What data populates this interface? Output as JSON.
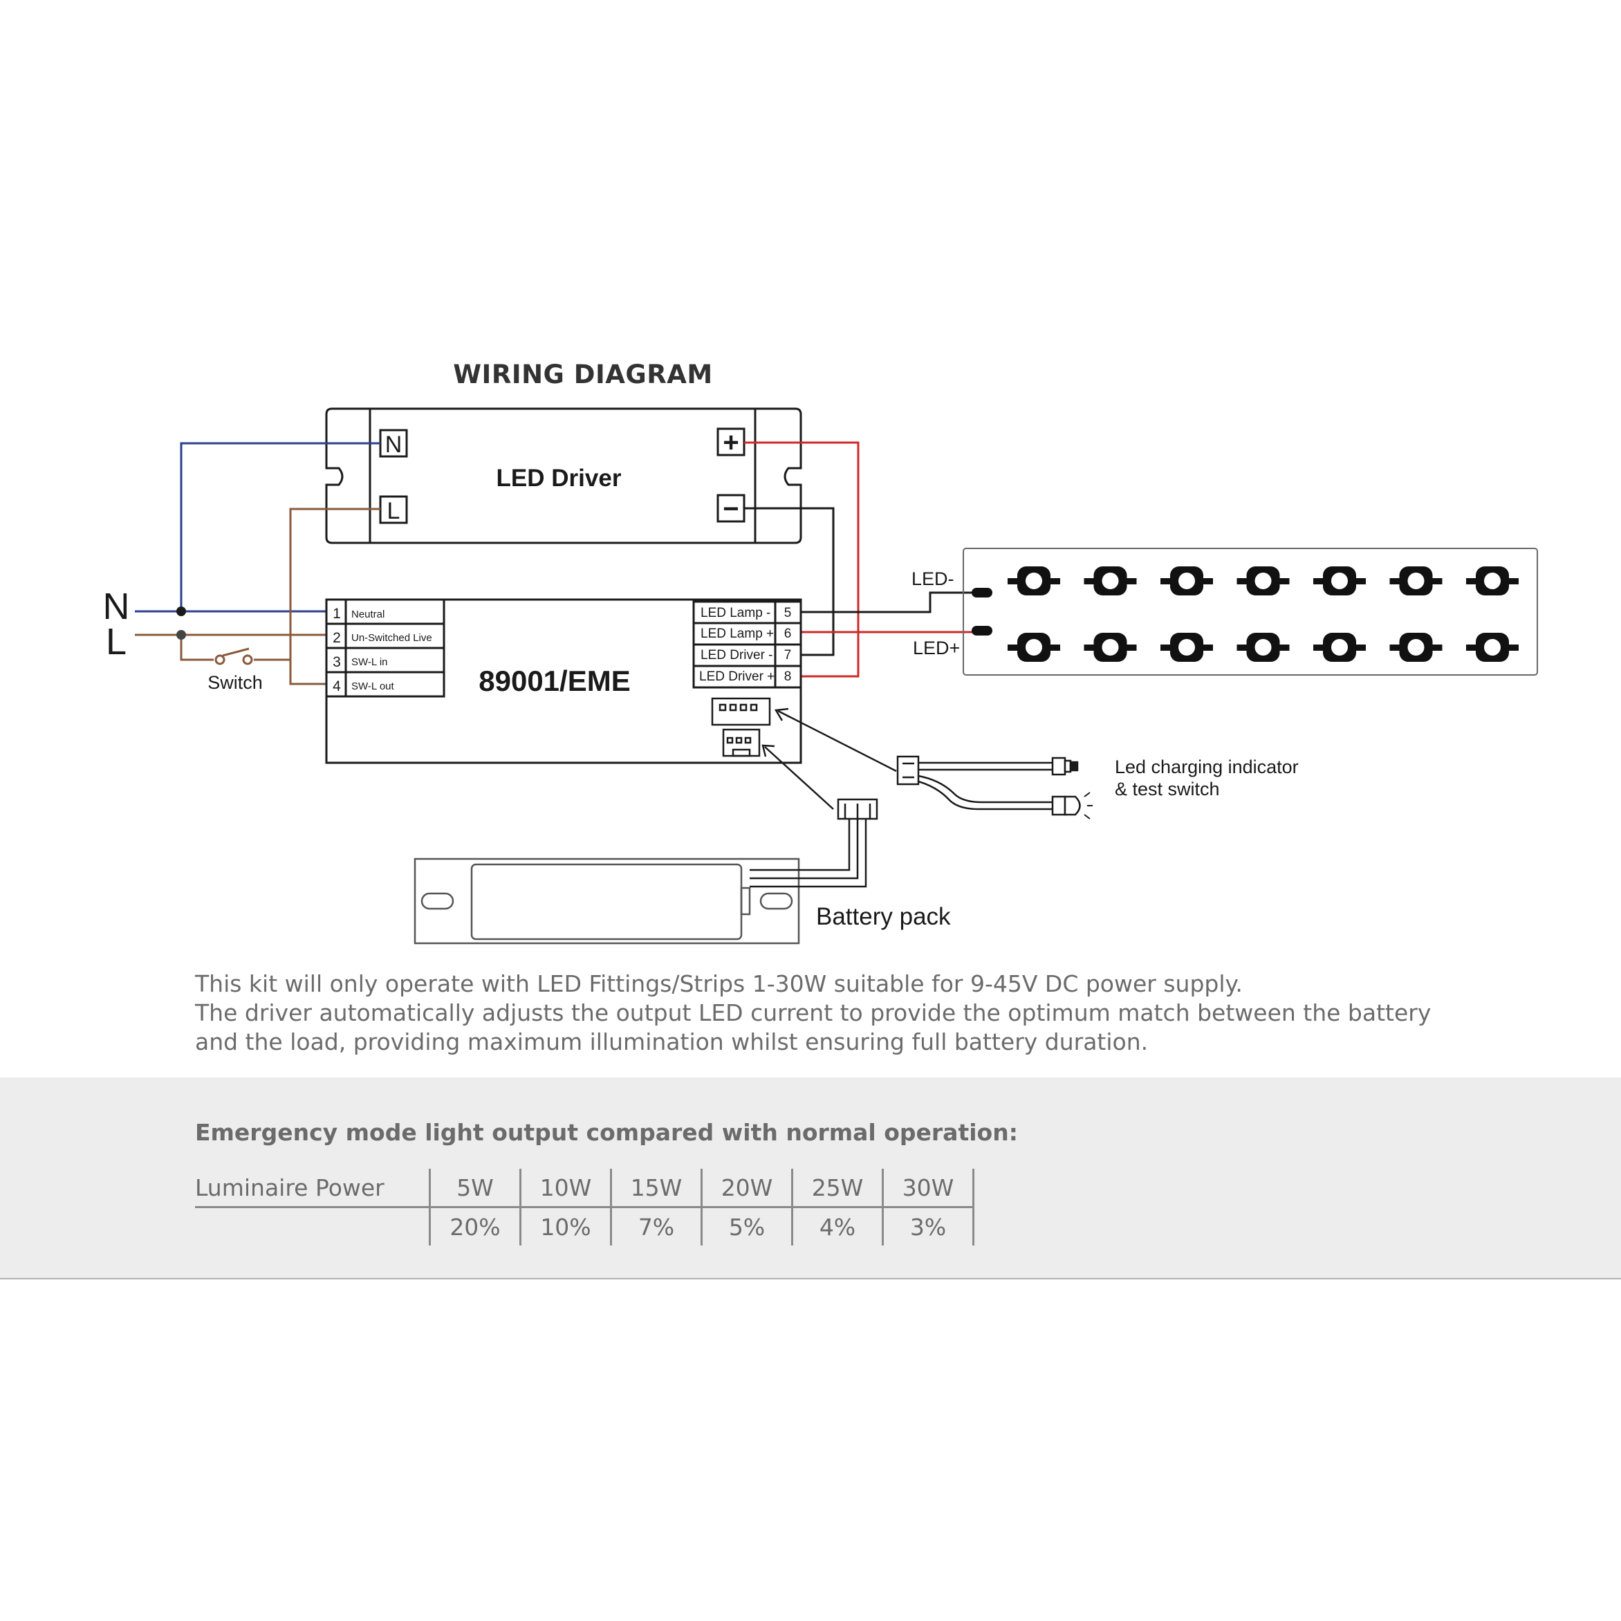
{
  "title": "WIRING DIAGRAM",
  "led_driver": {
    "label": "LED Driver",
    "terminal_n": "N",
    "terminal_l": "L",
    "terminal_plus": "+",
    "terminal_minus": "−"
  },
  "mains": {
    "n": "N",
    "l": "L",
    "switch_label": "Switch"
  },
  "module": {
    "label": "89001/EME",
    "left_terminals": [
      {
        "num": "1",
        "label": "Neutral"
      },
      {
        "num": "2",
        "label": "Un-Switched Live"
      },
      {
        "num": "3",
        "label": "SW-L  in"
      },
      {
        "num": "4",
        "label": "SW-L  out"
      }
    ],
    "right_terminals": [
      {
        "num": "5",
        "label": "LED Lamp -"
      },
      {
        "num": "6",
        "label": "LED Lamp +"
      },
      {
        "num": "7",
        "label": "LED Driver -"
      },
      {
        "num": "8",
        "label": "LED Driver +"
      }
    ]
  },
  "strip": {
    "minus_label": "LED-",
    "plus_label": "LED+"
  },
  "indicator": {
    "line1": "Led  charging  indicator",
    "line2": "& test switch"
  },
  "battery": {
    "label": "Battery pack"
  },
  "description": [
    "This kit will only operate with LED Fittings/Strips 1-30W suitable for 9-45V DC power supply.",
    "The driver automatically adjusts the output LED current to provide the optimum match between the battery",
    "and the load, providing maximum illumination whilst ensuring full battery duration."
  ],
  "emergency": {
    "heading": "Emergency mode light output compared with normal operation:",
    "row_label": "Luminaire Power",
    "powers": [
      "5W",
      "10W",
      "15W",
      "20W",
      "25W",
      "30W"
    ],
    "outputs": [
      "20%",
      "10%",
      "7%",
      "5%",
      "4%",
      "3%"
    ]
  },
  "colors": {
    "neutral_wire": "#2a3f8f",
    "live_wire": "#8a5a3c",
    "positive_wire": "#d02828",
    "negative_wire": "#1a1a1a",
    "text_grey": "#6b6b6b",
    "band_bg": "#ededed"
  }
}
